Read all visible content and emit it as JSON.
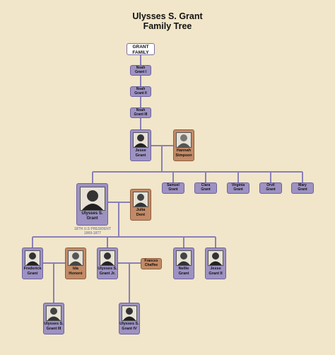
{
  "title_line1": "Ulysses S. Grant",
  "title_line2": "Family Tree",
  "root_label_1": "GRANT",
  "root_label_2": "FAMILY",
  "ancestors": [
    {
      "line1": "Noah",
      "line2": "Grant I"
    },
    {
      "line1": "Noah",
      "line2": "Grant II"
    },
    {
      "line1": "Noah",
      "line2": "Grant III"
    }
  ],
  "jesse": {
    "line1": "Jesse",
    "line2": "Grant"
  },
  "hannah": {
    "line1": "Hannah",
    "line2": "Simpson"
  },
  "siblings": [
    {
      "line1": "Samuel",
      "line2": "Grant"
    },
    {
      "line1": "Clara",
      "line2": "Grant"
    },
    {
      "line1": "Virginia",
      "line2": "Grant"
    },
    {
      "line1": "Orvil",
      "line2": "Grant"
    },
    {
      "line1": "Mary",
      "line2": "Grant"
    }
  ],
  "ulysses": {
    "line1": "Ulysses S.",
    "line2": "Grant",
    "note1": "18TH U.S PRESIDENT",
    "note2": "1869-1877"
  },
  "julia": {
    "line1": "Julia",
    "line2": "Dent"
  },
  "children": {
    "frederick": {
      "line1": "Frederick",
      "line2": "Grant"
    },
    "ida": {
      "line1": "Ida",
      "line2": "Honoré"
    },
    "ulysses_jr": {
      "line1": "Ulysses S.",
      "line2": "Grant Jr."
    },
    "frances": {
      "line1": "Frances",
      "line2": "Chaffee"
    },
    "nellie": {
      "line1": "Nellie",
      "line2": "Grant"
    },
    "jesse2": {
      "line1": "Jesse",
      "line2": "Grant II"
    }
  },
  "grandchildren": {
    "ulysses_iii": {
      "line1": "Ulysses S.",
      "line2": "Grant III"
    },
    "ulysses_iv": {
      "line1": "Ulysses S.",
      "line2": "Grant IV"
    }
  },
  "colors": {
    "background": "#f1e6c9",
    "grant_box": "#9d92c2",
    "spouse_box": "#c28a66",
    "connector": "#8a80b8"
  }
}
